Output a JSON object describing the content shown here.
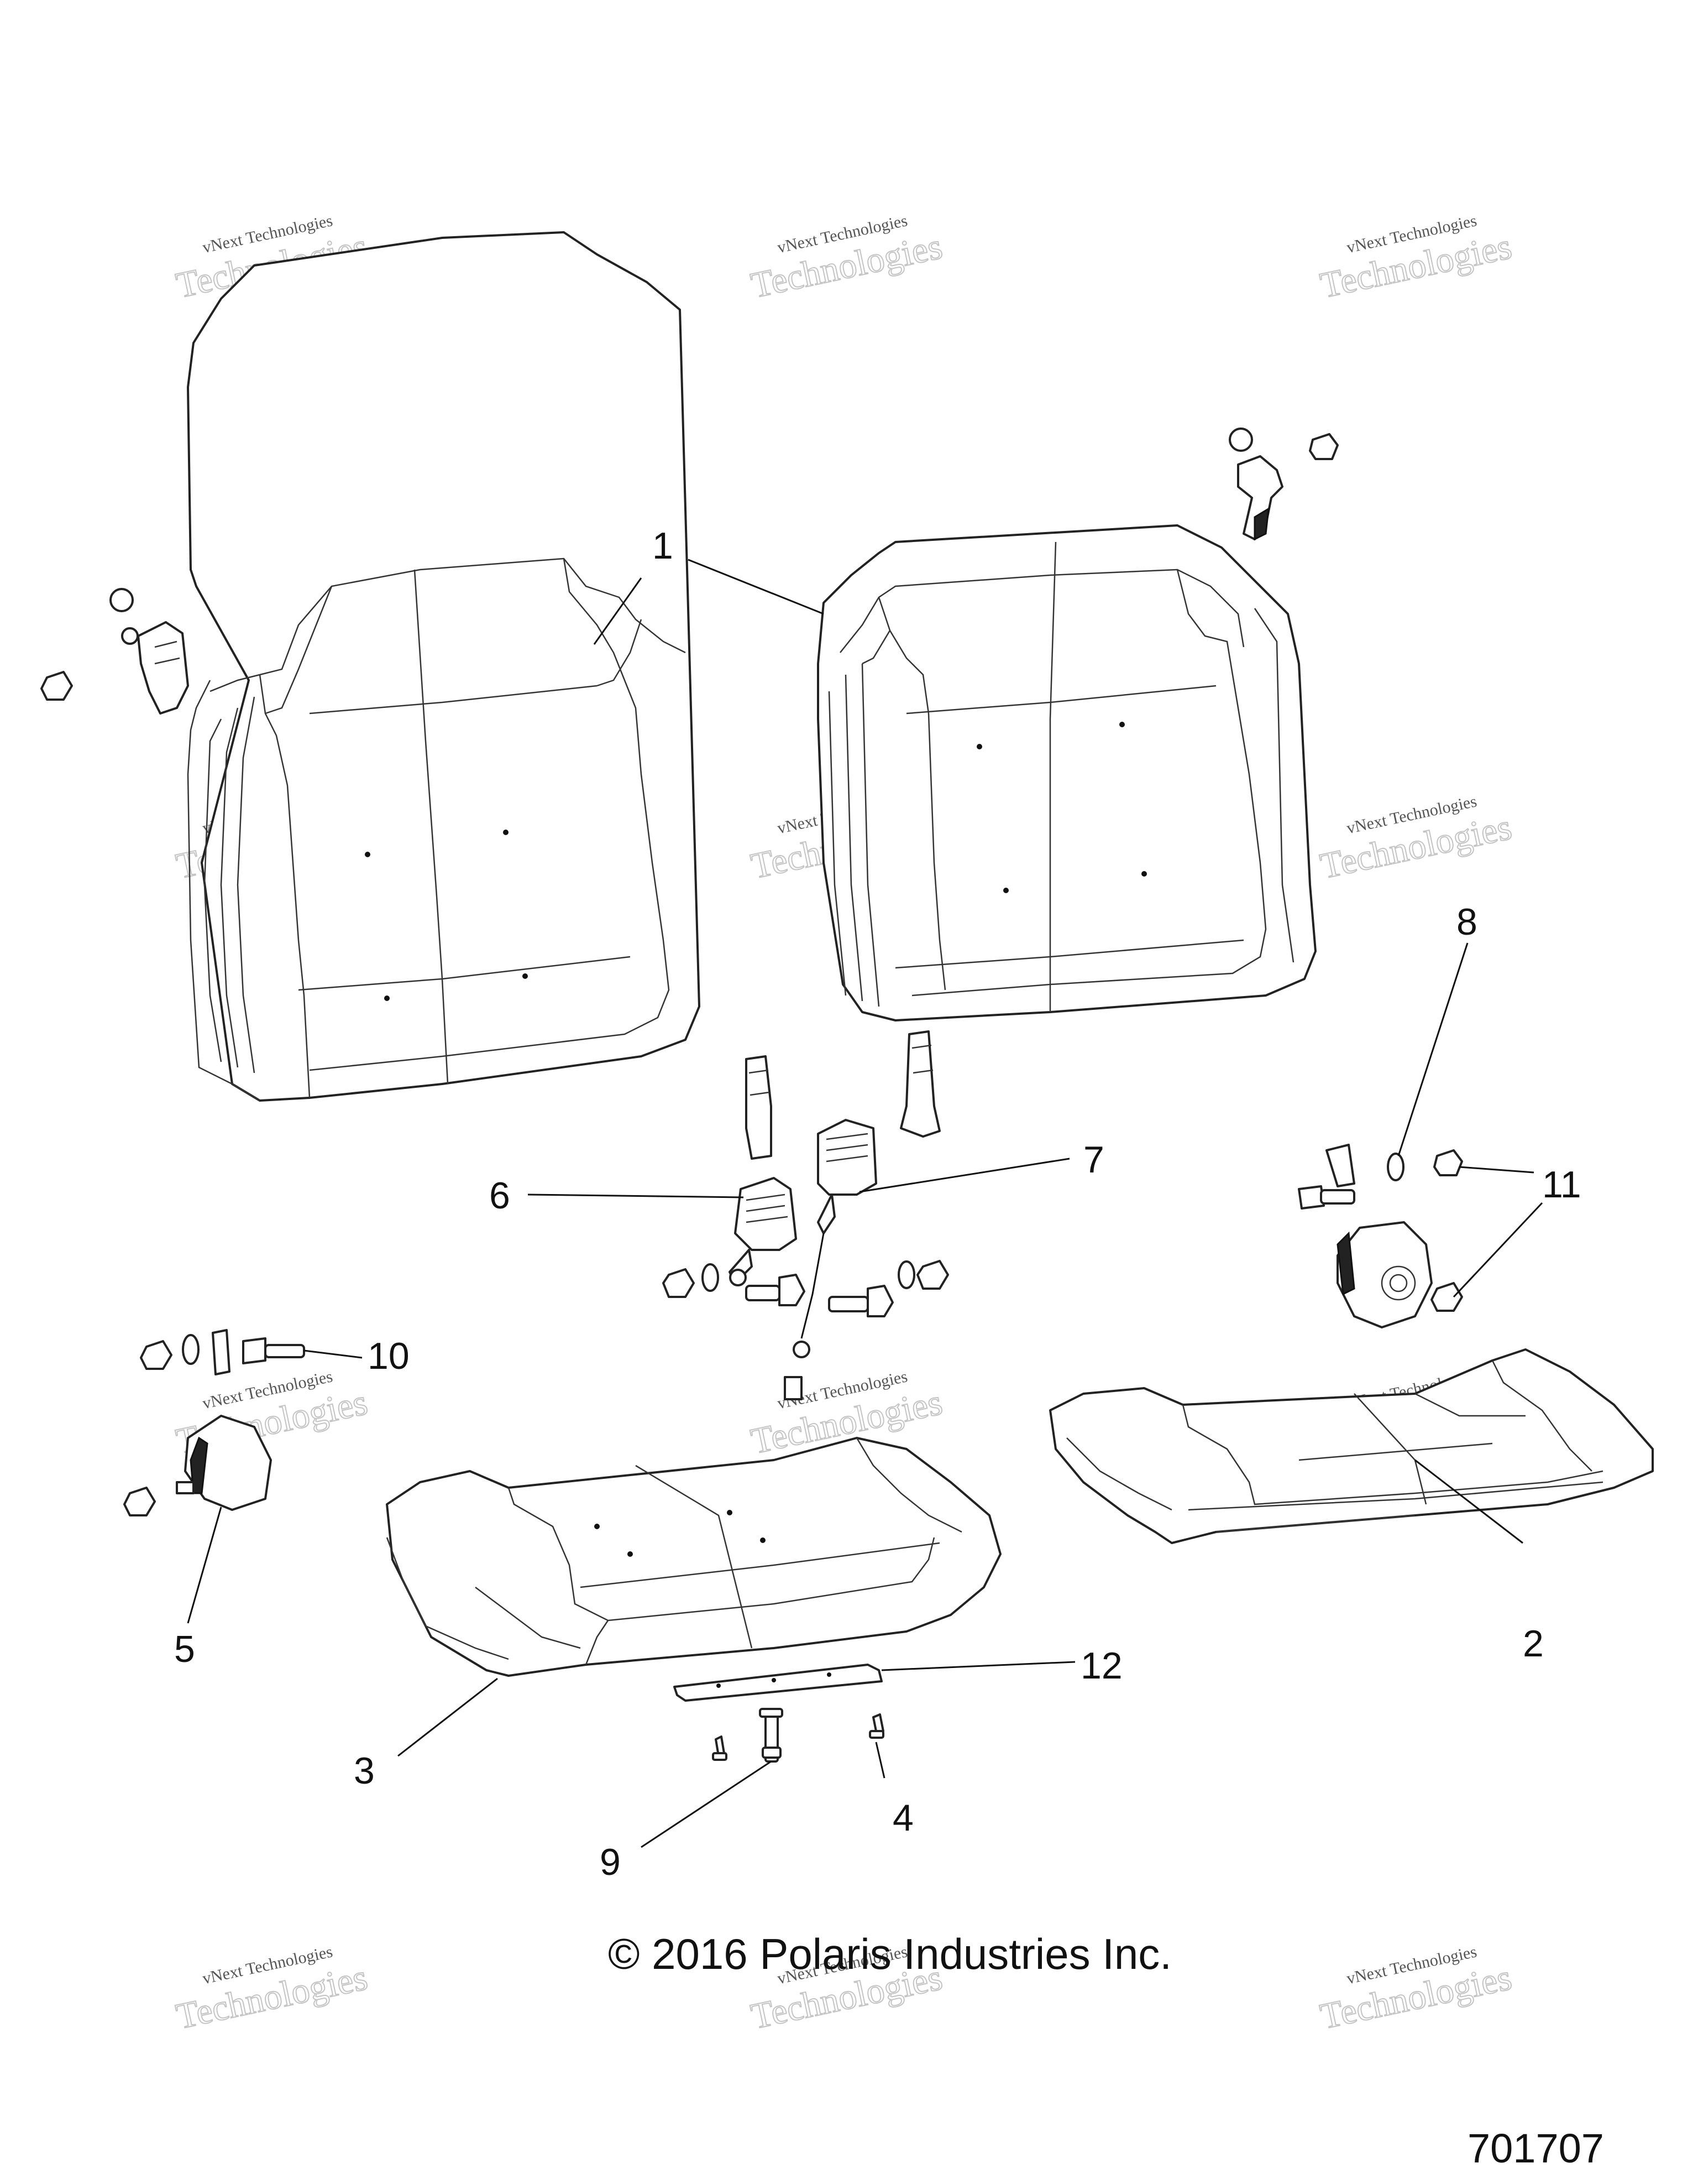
{
  "diagram": {
    "callouts": [
      "1",
      "2",
      "3",
      "4",
      "5",
      "6",
      "7",
      "8",
      "9",
      "10",
      "11",
      "12"
    ],
    "copyright": "© 2016 Polaris Industries Inc.",
    "document_number": "701707",
    "watermark": {
      "line1": "vNext Technologies",
      "line2": "Technologies",
      "small": "vNext"
    }
  }
}
